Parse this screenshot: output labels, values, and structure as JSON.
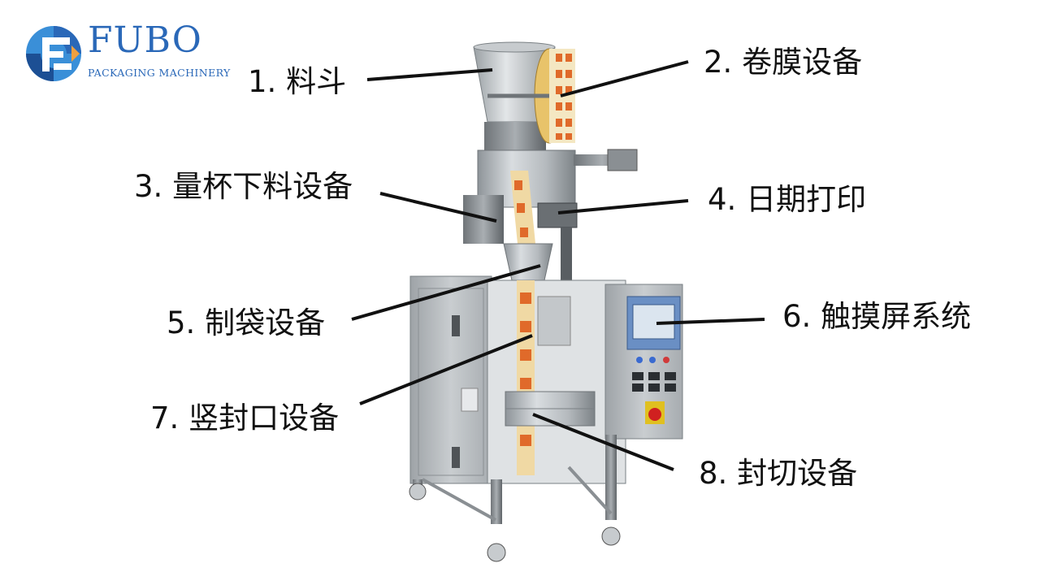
{
  "brand": {
    "name": "FUBO",
    "tagline": "PACKAGING MACHINERY",
    "colors": {
      "primary": "#2a68b8",
      "secondary": "#4aa3e0",
      "accent": "#f0a040"
    }
  },
  "labels": [
    {
      "id": 1,
      "text": "1. 料斗"
    },
    {
      "id": 2,
      "text": "2. 卷膜设备"
    },
    {
      "id": 3,
      "text": "3. 量杯下料设备"
    },
    {
      "id": 4,
      "text": "4. 日期打印"
    },
    {
      "id": 5,
      "text": "5. 制袋设备"
    },
    {
      "id": 6,
      "text": "6. 触摸屏系统"
    },
    {
      "id": 7,
      "text": "7. 竖封口设备"
    },
    {
      "id": 8,
      "text": "8. 封切设备"
    }
  ]
}
